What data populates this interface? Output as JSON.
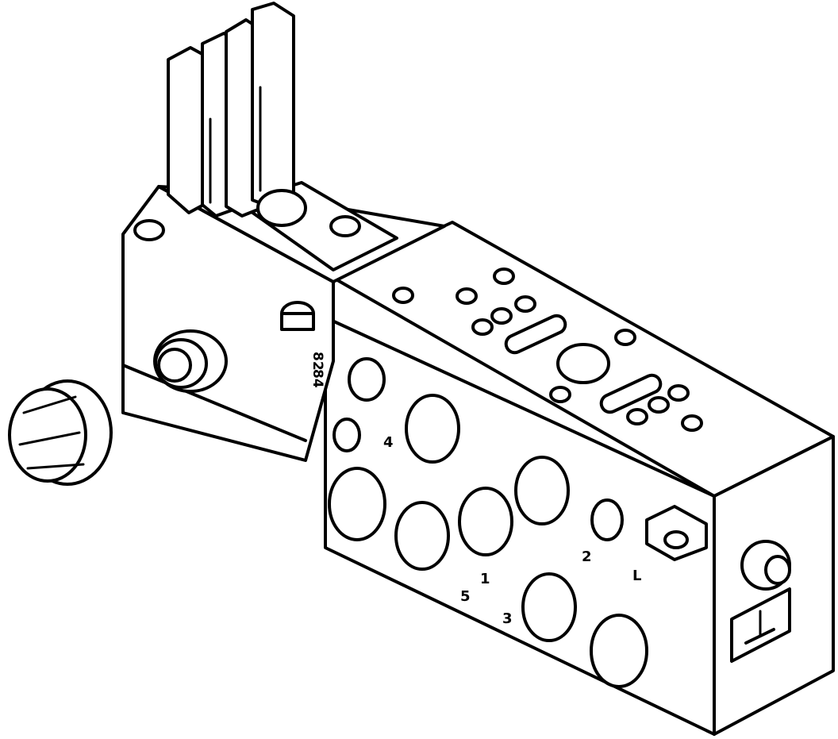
{
  "diagram": {
    "subject": "pneumatic valve manifold sub-base with electrical connector",
    "port_labels": {
      "port_4": "4",
      "port_2": "2",
      "port_1": "1",
      "port_5": "5",
      "port_3": "3",
      "port_L": "L",
      "pilot_82": "82",
      "pilot_84": "84"
    },
    "components": [
      "electrical-plug-pins",
      "round-connector-m8",
      "knurled-cap",
      "threaded-ports",
      "mounting-screws",
      "ground-terminal"
    ],
    "colors": {
      "line": "#000000",
      "background": "#ffffff"
    }
  }
}
